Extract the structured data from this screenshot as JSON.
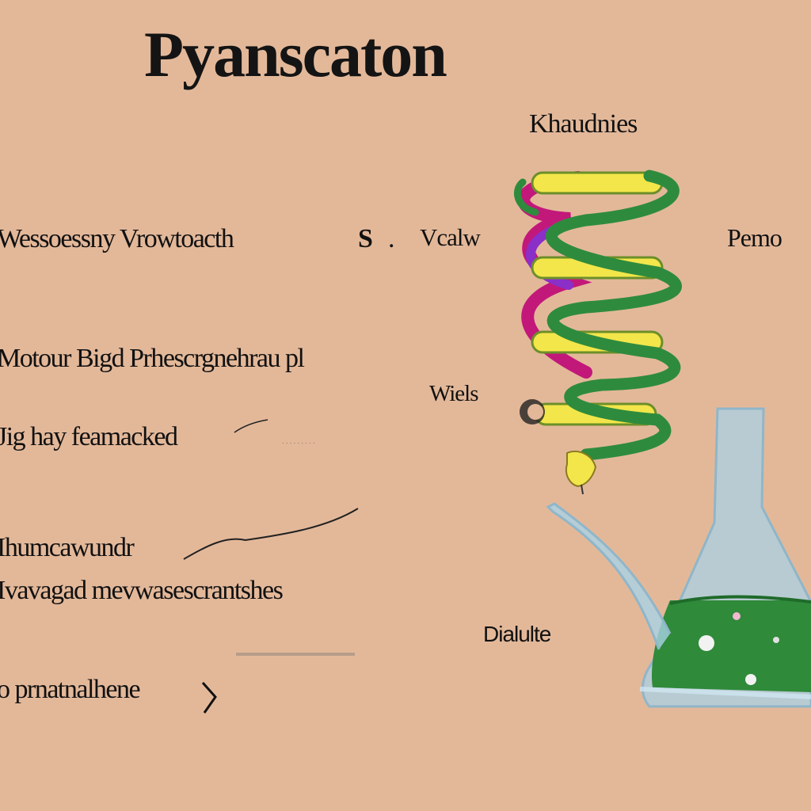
{
  "title": "Pyanscaton",
  "left_labels": [
    "Wessoessny Vrowtoacth",
    "Motour Bigd Prhescrgnehrau pl",
    "Jig hay feamacked",
    "Ihumcawundr",
    "Ivavagad mevwasescrantshes",
    "o prnatnalhene"
  ],
  "marks": {
    "s": "S",
    "dot": "."
  },
  "side_labels": {
    "top": "Khaudnies",
    "helix_left": "Vcalw",
    "right": "Pemo",
    "helix_lower_left": "Wiels",
    "flask": "Dialulte"
  },
  "colors": {
    "background": "#e3b899",
    "helix_green": "#2e8b3e",
    "helix_magenta": "#c2187a",
    "helix_purple": "#8a2fc8",
    "rung_yellow": "#f2e64a",
    "flask_glass": "#a9d2e6",
    "flask_liquid": "#2f8a3a"
  },
  "icons": [
    "dna-helix-icon",
    "erlenmeyer-flask-icon"
  ]
}
